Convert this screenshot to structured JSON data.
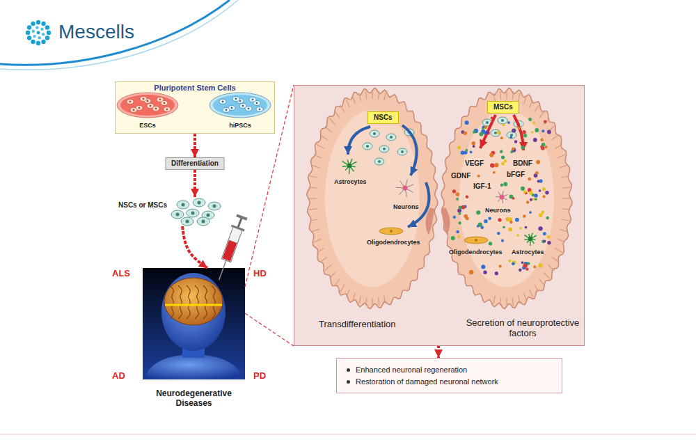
{
  "diagram": {
    "nodes": [
      {
        "text": [
          "Pluripotent Stem Cells"
        ]
      },
      {
        "text": [
          "ESCs"
        ],
        "in": 0
      },
      {
        "text": [
          "hiPSCs"
        ],
        "in": 0
      },
      {
        "text": [
          "Differentiation"
        ]
      },
      {
        "text": [
          "NSCs or MSCs"
        ]
      },
      {
        "text": [
          "Neurodegenerative Diseases"
        ]
      },
      {
        "text": [
          "Transdifferentiation",
          "Secretion of neuroprotective factors"
        ]
      },
      {
        "text": [
          "NSCs"
        ],
        "in": 6
      },
      {
        "text": [
          "MSCs"
        ],
        "in": 6
      },
      {
        "text": [
          "Enhanced neuronal regeneration",
          "Restoration of damaged neuronal network"
        ]
      }
    ],
    "edges": [
      {
        "from": 0,
        "to": 3,
        "arrow": "to"
      },
      {
        "from": 3,
        "to": 4,
        "arrow": "to"
      },
      {
        "from": 4,
        "to": 5,
        "arrow": "to"
      },
      {
        "from": 5,
        "to": 6,
        "arrow": "none"
      },
      {
        "from": 5,
        "to": 6,
        "arrow": "none"
      },
      {
        "from": 6,
        "to": 9,
        "arrow": "to"
      }
    ],
    "labels": [
      "Mescells",
      "ALS",
      "HD",
      "AD",
      "PD",
      "Astrocytes",
      "Neurons",
      "Oligodendrocytes",
      "VEGF",
      "BDNF",
      "GDNF",
      "bFGF",
      "IGF-1",
      "Neurons",
      "Oligodendrocytes",
      "Astrocytes"
    ]
  }
}
